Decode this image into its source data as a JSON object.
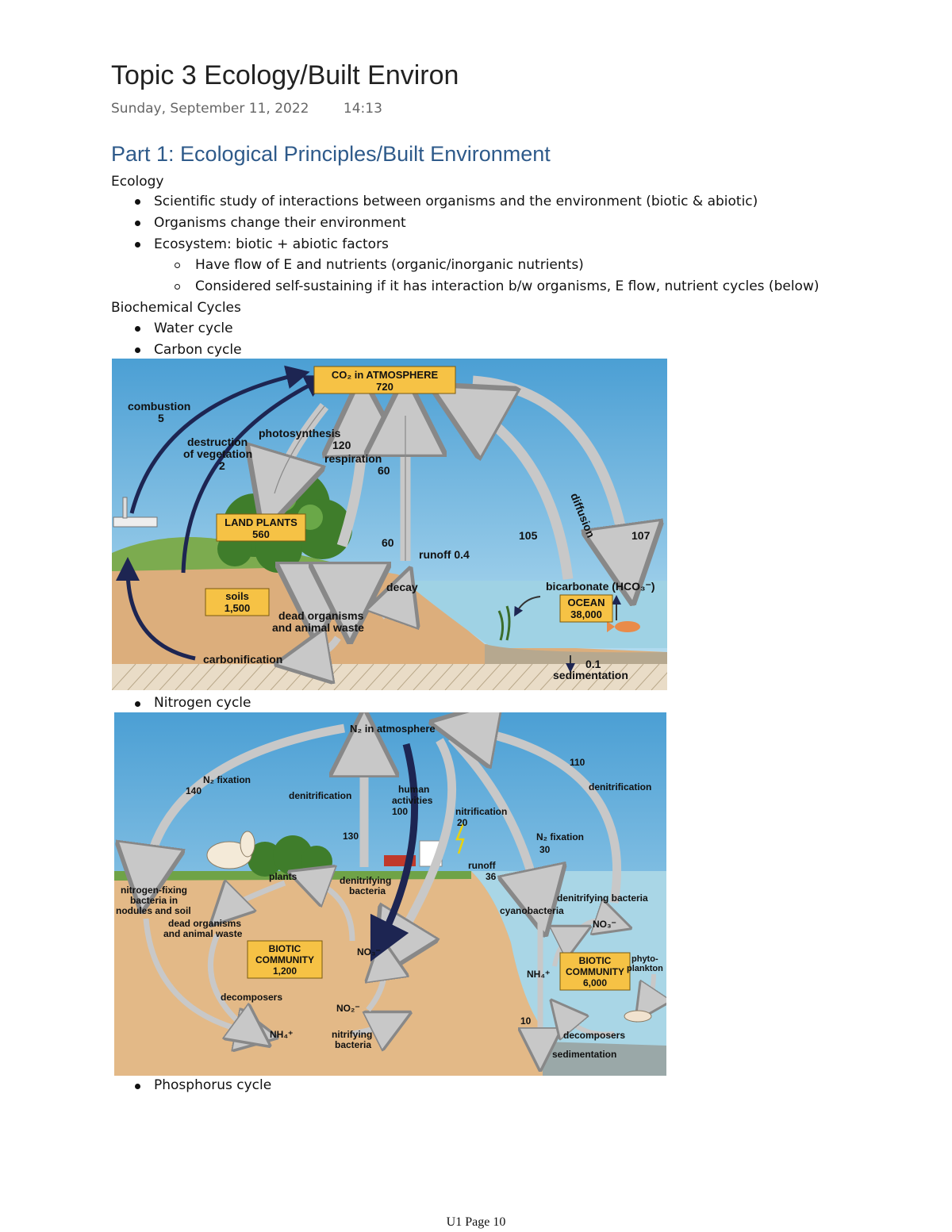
{
  "page": {
    "title": "Topic 3 Ecology/Built Environ",
    "date": "Sunday, September 11, 2022",
    "time": "14:13",
    "heading": "Part 1: Ecological Principles/Built Environment",
    "footer": "U1 Page 10"
  },
  "notes": {
    "ecology_label": "Ecology",
    "ecology_bullets": [
      "Scientific study of interactions between organisms and the environment (biotic & abiotic)",
      "Organisms change their environment",
      "Ecosystem: biotic + abiotic factors"
    ],
    "ecosystem_sub": [
      "Have flow of E and nutrients (organic/inorganic nutrients)",
      "Considered self-sustaining if it has interaction b/w organisms, E flow, nutrient cycles (below)"
    ],
    "cycles_label": "Biochemical Cycles",
    "cycles": [
      "Water cycle",
      "Carbon cycle",
      "Nitrogen cycle",
      "Phosphorus cycle"
    ]
  },
  "carbon_figure": {
    "co2_box": "CO₂ in ATMOSPHERE",
    "co2_value": "720",
    "combustion": "combustion",
    "combustion_value": "5",
    "destruction_1": "destruction",
    "destruction_2": "of vegetation",
    "destruction_value": "2",
    "photosynthesis": "photosynthesis",
    "photosynthesis_value": "120",
    "respiration": "respiration",
    "respiration_value": "60",
    "land_plants": "LAND PLANTS",
    "land_plants_value": "560",
    "decay_value": "60",
    "runoff": "runoff 0.4",
    "decay": "decay",
    "soils": "soils",
    "soils_value": "1,500",
    "dead_1": "dead organisms",
    "dead_2": "and animal waste",
    "carbonification": "carbonification",
    "diffusion": "diffusion",
    "diff_left": "105",
    "diff_right": "107",
    "bicarbonate": "bicarbonate (HCO₃⁻)",
    "ocean": "OCEAN",
    "ocean_value": "38,000",
    "sed_value": "0.1",
    "sedimentation": "sedimentation"
  },
  "nitrogen_figure": {
    "n2": "N₂ in atmosphere",
    "n2_fix": "N₂ fixation",
    "n2_fix_value": "140",
    "denit": "denitrification",
    "denit_value": "130",
    "human_1": "human",
    "human_2": "activities",
    "human_value": "100",
    "nitrification": "nitrification",
    "nitrification_value": "20",
    "runoff": "runoff",
    "runoff_value": "36",
    "ocean_fix": "N₂ fixation",
    "ocean_fix_value": "30",
    "denit_right_value": "110",
    "denit_right": "denitrification",
    "nfb_1": "nitrogen-fixing",
    "nfb_2": "bacteria in",
    "nfb_3": "nodules and soil",
    "plants": "plants",
    "denitrifying_1": "denitrifying",
    "denitrifying_2": "bacteria",
    "dead_1": "dead organisms",
    "dead_2": "and animal waste",
    "biotic": "BIOTIC",
    "community": "COMMUNITY",
    "biotic_value": "1,200",
    "no3": "NO₃⁻",
    "decomposers": "decomposers",
    "no2": "NO₂⁻",
    "nh4": "NH₄⁺",
    "nitrifying_1": "nitrifying",
    "nitrifying_2": "bacteria",
    "cyanobacteria": "cyanobacteria",
    "denit_bacteria": "denitrifying bacteria",
    "ocean_no3": "NO₃⁻",
    "ocean_nh4": "NH₄⁺",
    "ocean_biotic": "BIOTIC",
    "ocean_community": "COMMUNITY",
    "ocean_biotic_value": "6,000",
    "phyto_1": "phyto-",
    "phyto_2": "plankton",
    "sed_value": "10",
    "ocean_decomposers": "decomposers",
    "sedimentation": "sedimentation"
  }
}
